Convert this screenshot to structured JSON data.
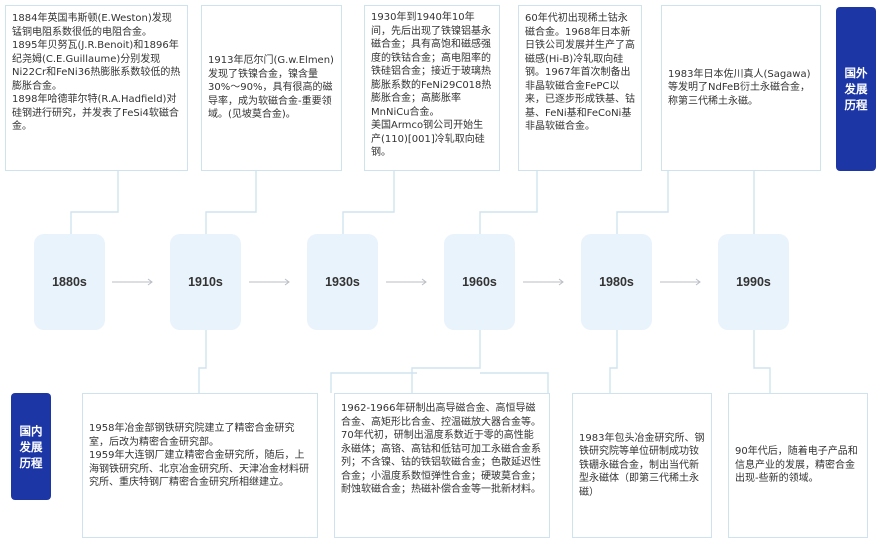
{
  "international": {
    "tag": "国外\n发展\n历程",
    "items": [
      {
        "text": "1884年英国韦斯顿(E.Weston)发现锰铜电阻系数很低的电阻合金。\n1895年贝努瓦(J.R.Benoit)和1896年纪尧姆(C.E.Guillaume)分别发现Ni22Cr和FeNi36热膨胀系数较低的热膨胀合金。\n1898年哈德菲尔特(R.A.Hadfield)对硅钢进行研究，并发表了FeSi4软磁合金。"
      },
      {
        "text": "1913年厄尔门(G.w.Elmen)发现了铁镍合金，镍含量30%～90%，具有很高的磁导率，成为软磁合金-重要领域。(见坡莫合金)。"
      },
      {
        "text": "1930年到1940年10年间，先后出现了铁镍铝基永磁合金；具有高饱和磁感强度的铁钴合金；高电阻率的铁硅铝合金；接近于玻璃热膨胀系数的FeNi29C018热膨胀合金；高膨胀率MnNiCu合金。\n美国Armco钢公司开始生产(110)[001]冷轧取向硅钢。"
      },
      {
        "text": "60年代初出现稀土钴永磁合金。1968年日本新日铁公司发展并生产了高磁感(Hi-B)冷轧取向硅钢。1967年首次制备出非晶软磁合金FePC以来，已逐步形成铁基、钴基、FeNi基和FeCoNi基非晶软磁合金。"
      },
      {
        "text": "1983年日本佐川真人(Sagawa)等发明了NdFeB衍土永磁合金，称第三代稀土永磁。"
      }
    ]
  },
  "eras": [
    "1880s",
    "1910s",
    "1930s",
    "1960s",
    "1980s",
    "1990s"
  ],
  "domestic": {
    "tag": "国内\n发展\n历程",
    "items": [
      {
        "text": "1958年冶金部钢铁研究院建立了精密合金研究室，后改为精密合金研究部。\n1959年大连钢厂建立精密合金研究所，随后，上海钢铁研究所、北京冶金研究所、天津冶金材料研究所、重庆特钢厂精密合金研究所相继建立。"
      },
      {
        "text": "1962-1966年研制出高导磁合金、高恒导磁合金、高矩形比合金、控温磁放大器合金等。\n70年代初，研制出温度系数近于零的高性能永磁体；高铬、高钴和低钴可加工永磁合金系列；不含镍、钴的铁铝软磁合金；色散延迟性合金；小温度系数恒弹性合金；硬玻莫合金；耐蚀软磁合金；热磁补偿合金等一批新材料。"
      },
      {
        "text": "1983年包头冶金研究所、钢铁研究院等单位研制成功钕铁硼永磁合金，制出当代新型永磁体（即第三代稀土永磁）"
      },
      {
        "text": "90年代后，随着电子产品和信息产业的发展，精密合金出现-些新的领域。"
      }
    ]
  }
}
